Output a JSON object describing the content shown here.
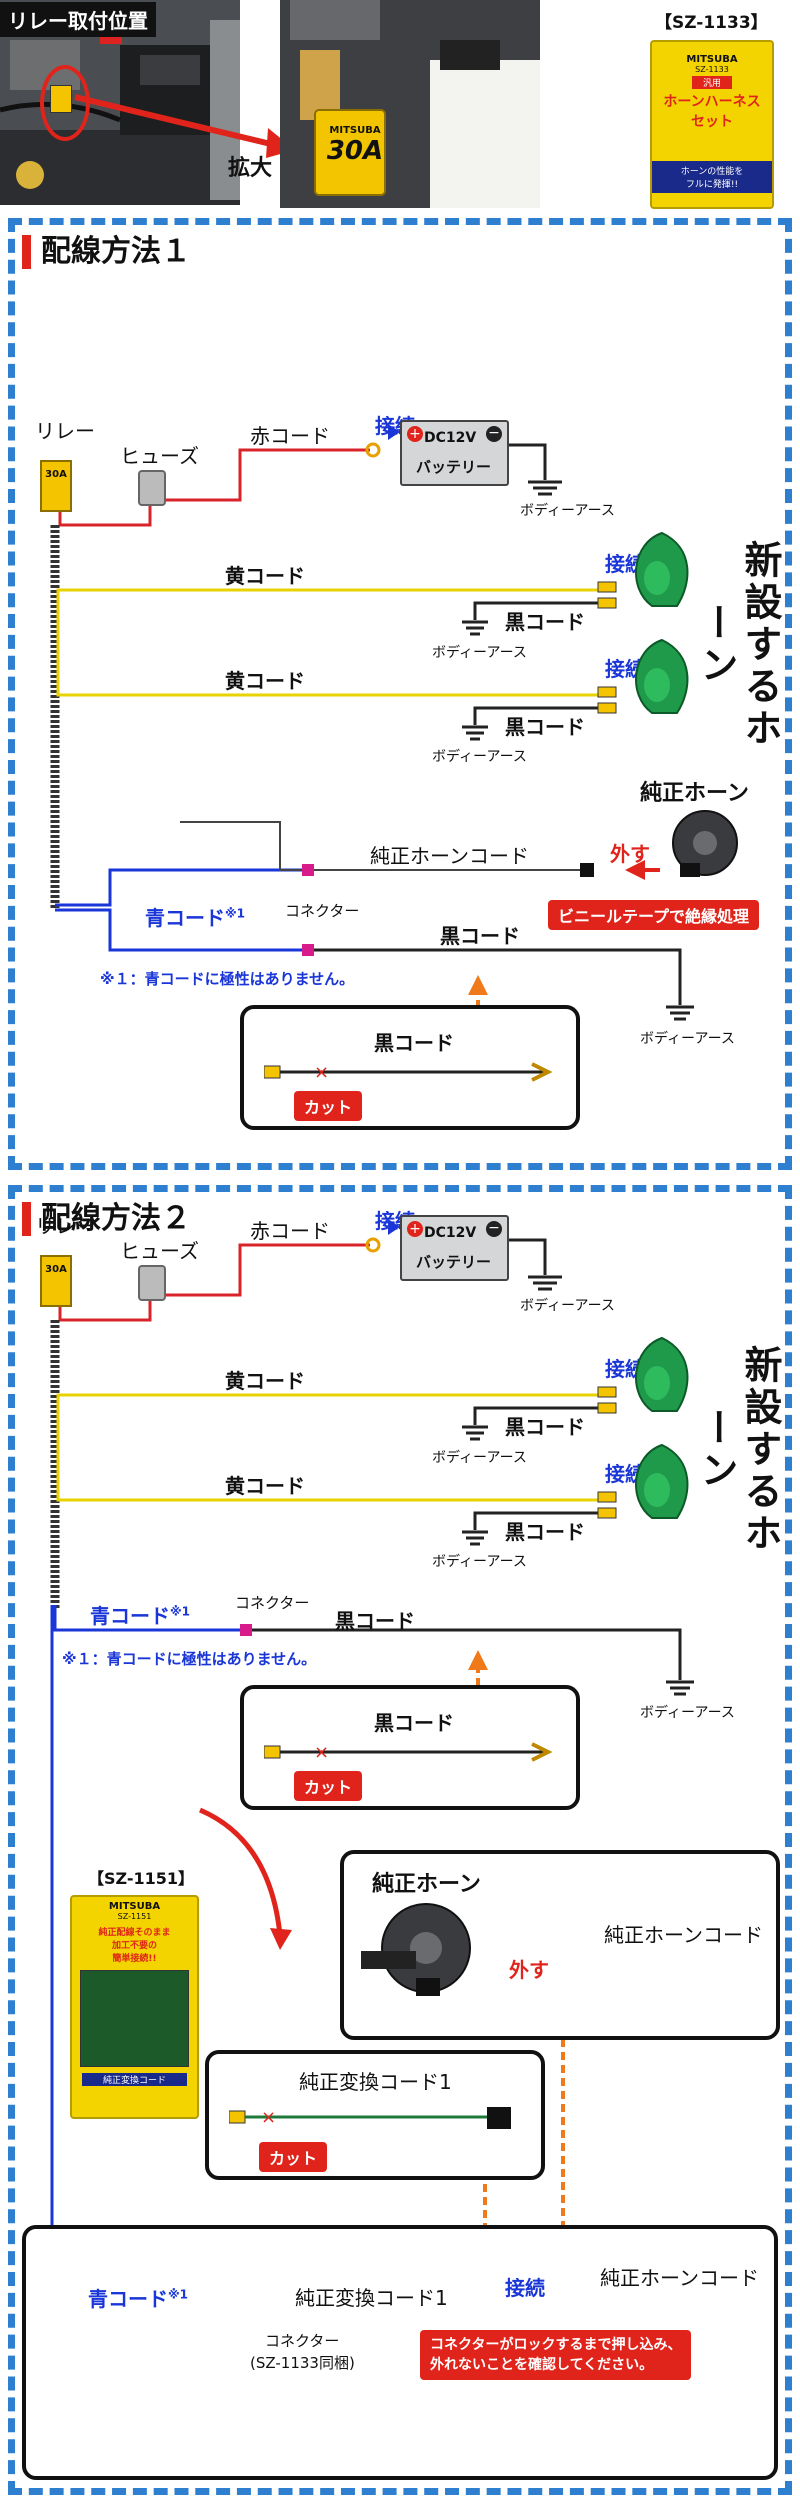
{
  "header": {
    "location_label": "リレー取付位置",
    "zoom_label": "拡大",
    "product_code": "【SZ-1133】",
    "relay_rating": "30A",
    "relay_brand": "MITSUBA",
    "package": {
      "brand": "MITSUBA",
      "code": "SZ-1133",
      "tag": "汎用",
      "name_line1": "ホーンハーネス",
      "name_line2": "セット",
      "tagline1": "ホーンの性能を",
      "tagline2": "フルに発揮!!"
    }
  },
  "method1": {
    "title": "配線方法１",
    "relay": "リレー",
    "relay_rating": "30A",
    "fuse": "ヒューズ",
    "red_cord": "赤コード",
    "connect": "接続",
    "battery_line1": "DC12V",
    "battery_line2": "バッテリー",
    "body_earth": "ボディーアース",
    "yellow_cord_1": "黄コード",
    "yellow_cord_2": "黄コード",
    "connect_horn1": "接続",
    "connect_horn2": "接続",
    "black_cord_1": "黒コード",
    "black_cord_2": "黒コード",
    "earth_1": "ボディーアース",
    "earth_2": "ボディーアース",
    "new_horn": "新設するホーン",
    "oem_horn": "純正ホーン",
    "remove": "外す",
    "oem_horn_cord": "純正ホーンコード",
    "insulate": "ビニールテープで絶縁処理",
    "blue_cord": "青コード",
    "blue_note_mark": "※1",
    "connector": "コネクター",
    "black_cord_3": "黒コード",
    "earth_3": "ボディーアース",
    "note": "※１：青コードに極性はありません。",
    "callout_black_cord": "黒コード",
    "cut": "カット"
  },
  "method2": {
    "title": "配線方法２",
    "relay": "リレー",
    "relay_rating": "30A",
    "fuse": "ヒューズ",
    "red_cord": "赤コード",
    "connect": "接続",
    "battery_line1": "DC12V",
    "battery_line2": "バッテリー",
    "body_earth": "ボディーアース",
    "yellow_cord_1": "黄コード",
    "yellow_cord_2": "黄コード",
    "connect_horn1": "接続",
    "connect_horn2": "接続",
    "black_cord_1": "黒コード",
    "black_cord_2": "黒コード",
    "earth_1": "ボディーアース",
    "earth_2": "ボディーアース",
    "new_horn": "新設するホーン",
    "blue_cord": "青コード",
    "blue_note_mark": "※1",
    "connector": "コネクター",
    "black_cord_3": "黒コード",
    "earth_3": "ボディーアース",
    "note": "※１：青コードに極性はありません。",
    "callout_black_cord": "黒コード",
    "cut": "カット",
    "product_1151": "【SZ-1151】",
    "package_1151": {
      "brand": "MITSUBA",
      "code": "SZ-1151",
      "line1": "純正配線そのまま",
      "line2": "加工不要の",
      "line3": "簡単接続!!",
      "name": "純正変換コード"
    },
    "oem_horn": "純正ホーン",
    "remove": "外す",
    "oem_horn_cord": "純正ホーンコード",
    "conv_cord": "純正変換コード1",
    "cut2": "カット",
    "bottom_blue_cord": "青コード",
    "bottom_note_mark": "※1",
    "bottom_conv_cord": "純正変換コード1",
    "bottom_connect": "接続",
    "bottom_oem_cord": "純正ホーンコード",
    "bottom_connector": "コネクター",
    "bottom_connector_sub": "(SZ-1133同梱)",
    "lock_note_line1": "コネクターがロックするまで押し込み、",
    "lock_note_line2": "外れないことを確認してください。"
  },
  "colors": {
    "frame_blue": "#2e7fd0",
    "accent_red": "#e0241b",
    "cord_red": "#d8232a",
    "cord_yellow": "#e8d200",
    "cord_blue": "#1a36d8",
    "cord_black": "#222222",
    "horn_green": "#1f9a4a",
    "arrow_orange": "#f07a1a",
    "relay_yellow": "#f5c400"
  }
}
